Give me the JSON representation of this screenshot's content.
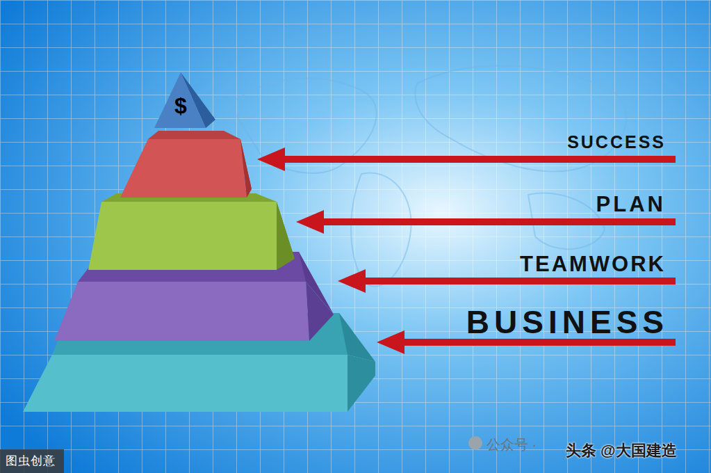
{
  "diagram": {
    "nodes": [
      {
        "text": [
          "$"
        ]
      }
    ],
    "labels": [
      "SUCCESS",
      "PLAN",
      "TEAMWORK",
      "BUSINESS",
      "图虫创意",
      "公众号 ·",
      "头条 @大国建造"
    ]
  }
}
